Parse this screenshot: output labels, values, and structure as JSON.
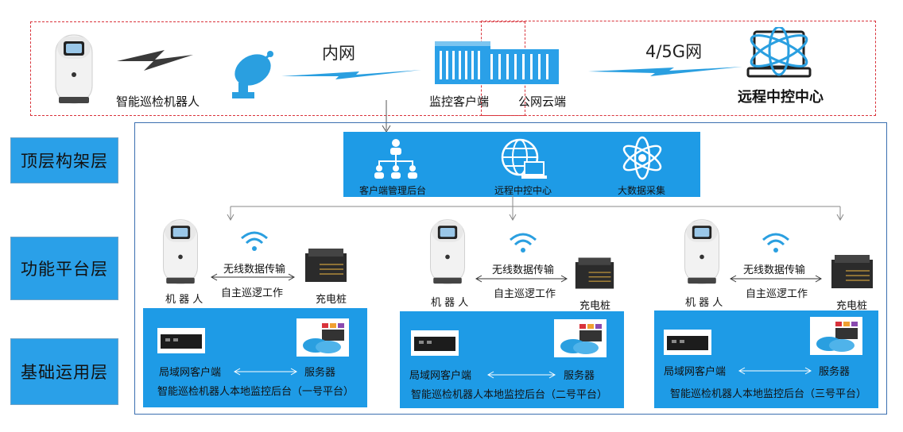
{
  "top": {
    "robot_label": "智能巡检机器人",
    "intranet_label": "内网",
    "client_label": "监控客户端",
    "cloud_label": "公网云端",
    "network_label": "4/5G网",
    "remote_center_label": "远程中控中心"
  },
  "layers": [
    "顶层构架层",
    "功能平台层",
    "基础运用层"
  ],
  "top_layer": {
    "items": [
      "客户端管理后台",
      "远程中控中心",
      "大数据采集"
    ]
  },
  "units": [
    {
      "robot": "机 器 人",
      "wireless": "无线数据传输",
      "patrol": "自主巡逻工作",
      "charger": "充电桩",
      "lan_client": "局域网客户端",
      "server": "服务器",
      "platform": "智能巡检机器人本地监控后台（一号平台）"
    },
    {
      "robot": "机 器 人",
      "wireless": "无线数据传输",
      "patrol": "自主巡逻工作",
      "charger": "充电桩",
      "lan_client": "局域网客户端",
      "server": "服务器",
      "platform": "智能巡检机器人本地监控后台（二号平台）"
    },
    {
      "robot": "机 器 人",
      "wireless": "无线数据传输",
      "patrol": "自主巡逻工作",
      "charger": "充电桩",
      "lan_client": "局域网客户端",
      "server": "服务器",
      "platform": "智能巡检机器人本地监控后台（三号平台）"
    }
  ],
  "colors": {
    "accent_blue": "#1e9be6",
    "dash_red": "#d9333b",
    "frame_blue": "#3b6fb0"
  }
}
